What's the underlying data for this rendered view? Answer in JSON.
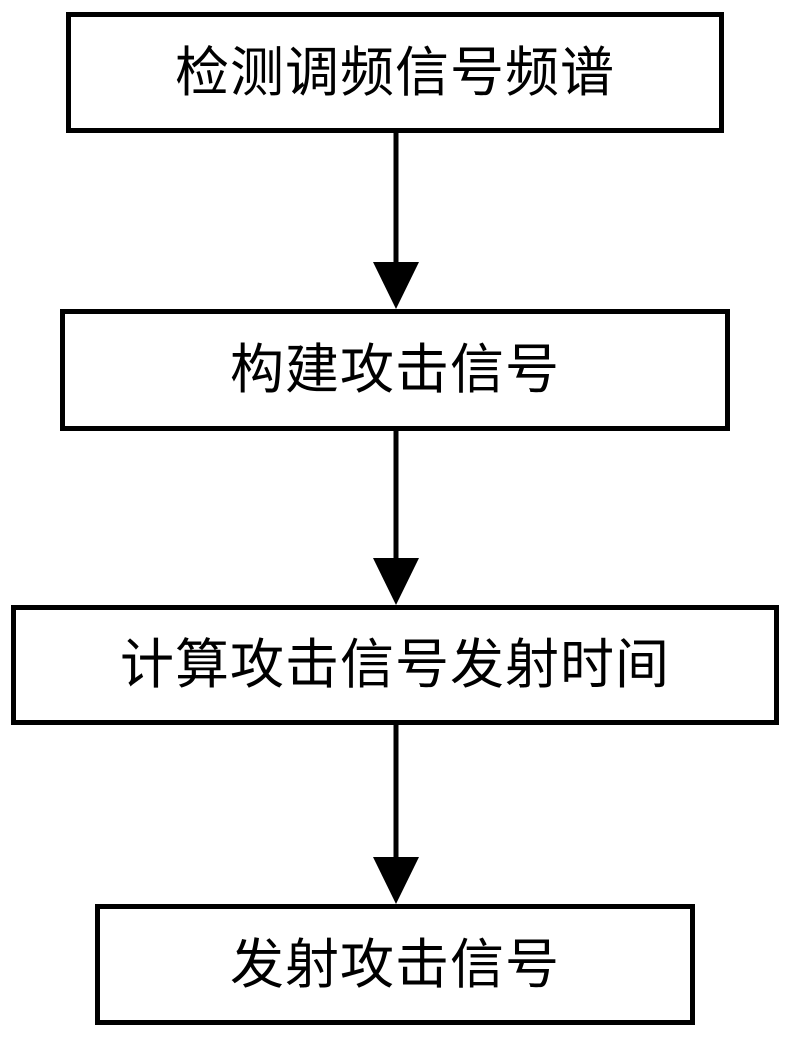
{
  "flowchart": {
    "steps": [
      {
        "label": "检测调频信号频谱"
      },
      {
        "label": "构建攻击信号"
      },
      {
        "label": "计算攻击信号发射时间"
      },
      {
        "label": "发射攻击信号"
      }
    ],
    "colors": {
      "stroke": "#000000",
      "background": "#ffffff"
    }
  }
}
